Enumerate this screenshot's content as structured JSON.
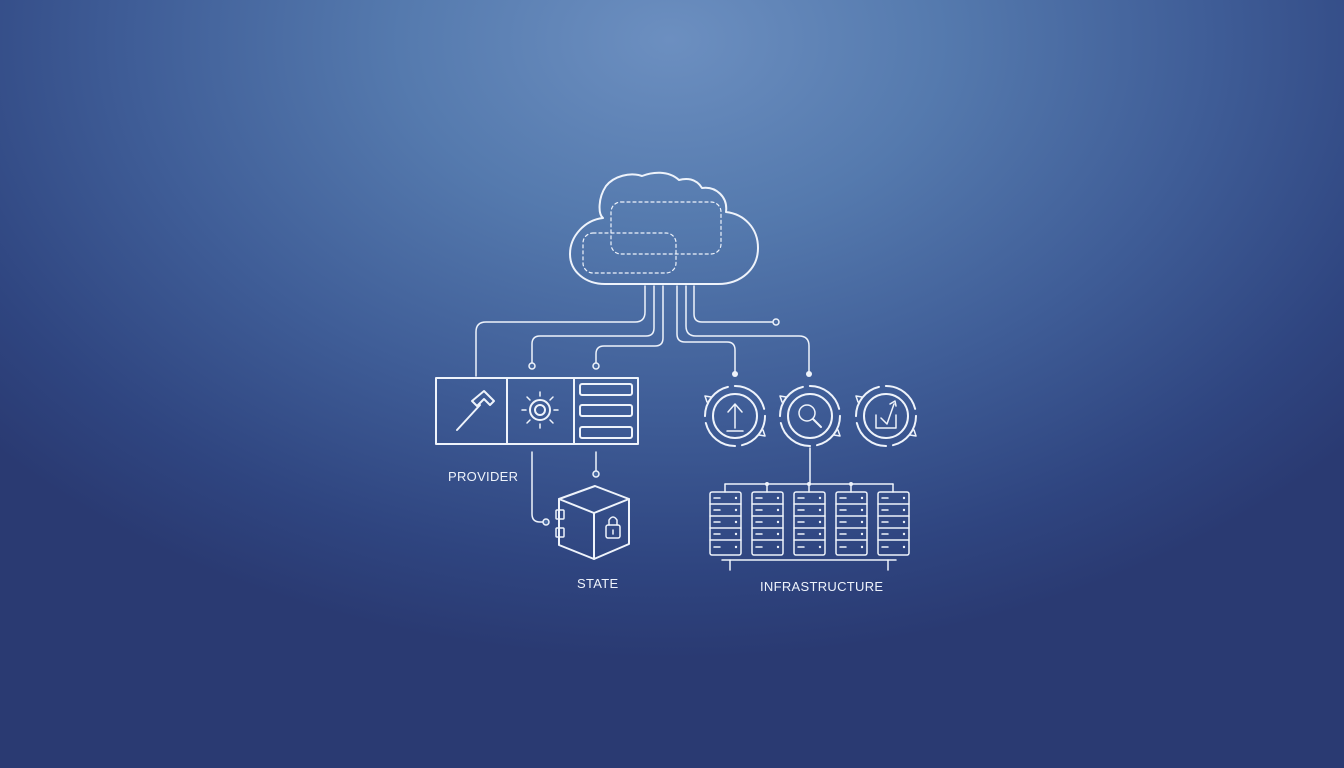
{
  "labels": {
    "provider": "PROVIDER",
    "state": "STATE",
    "infrastructure": "INFRASTRUCTURE"
  },
  "icons": {
    "cloud": "cloud-icon",
    "provider_tools": [
      "hammer-icon",
      "gear-icon",
      "list-icon"
    ],
    "lifecycle": [
      "upload-cycle-icon",
      "search-cycle-icon",
      "apply-cycle-icon"
    ],
    "state": "locked-cube-icon",
    "servers": [
      "server-rack-icon",
      "server-rack-icon",
      "server-rack-icon",
      "server-rack-icon",
      "server-rack-icon"
    ]
  },
  "colors": {
    "line": "#eef3fb",
    "background_top": "#6c8fc0",
    "background_bottom": "#2a3a72"
  }
}
